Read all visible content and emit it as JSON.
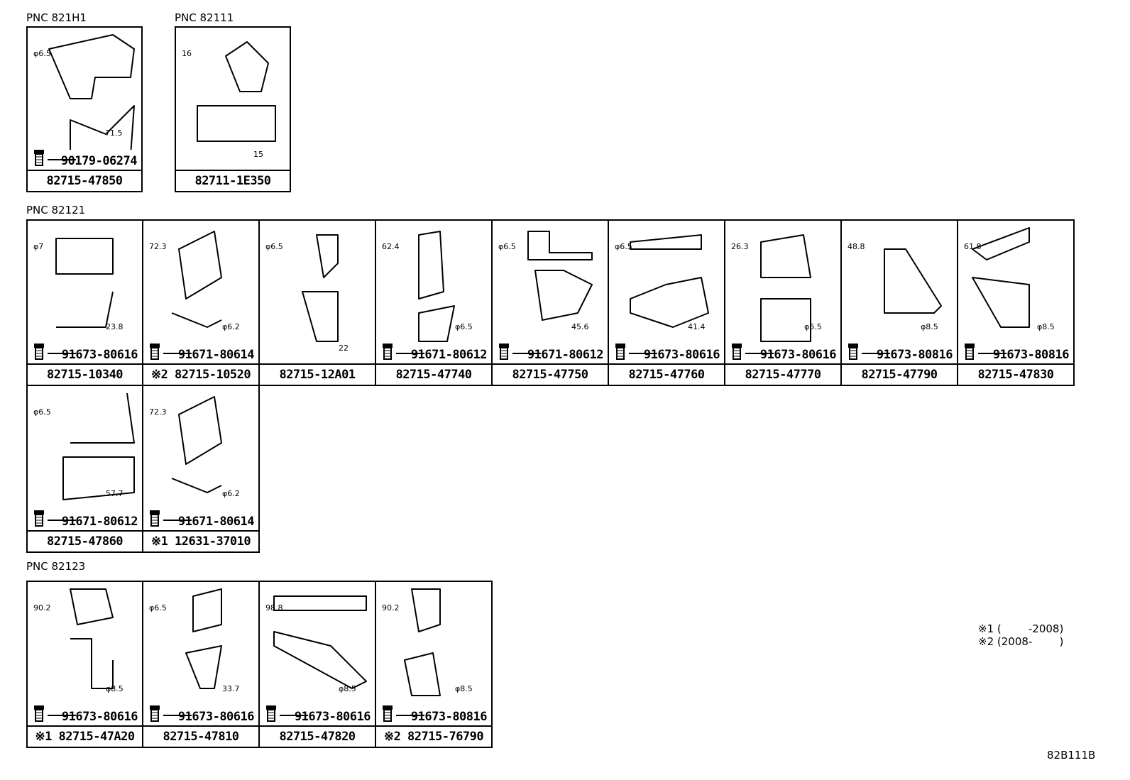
{
  "pnc_labels": [
    "PNC 821H1",
    "PNC 82111",
    "PNC 82121",
    "PNC 82123"
  ],
  "cells": [
    {
      "group": "PNC 821H1",
      "bolt": "90179-06274",
      "part": "82715-47850",
      "dims": [
        "φ6.5",
        "71.5"
      ]
    },
    {
      "group": "PNC 82111",
      "bolt": "",
      "part": "82711-1E350",
      "dims": [
        "16",
        "15"
      ]
    },
    {
      "group": "PNC 82121",
      "bolt": "91673-80616",
      "part": "82715-10340",
      "dims": [
        "φ7",
        "23.8"
      ]
    },
    {
      "group": "PNC 82121",
      "bolt": "91671-80614",
      "part": "※2 82715-10520",
      "dims": [
        "72.3",
        "φ6.2"
      ]
    },
    {
      "group": "PNC 82121",
      "bolt": "",
      "part": "82715-12A01",
      "dims": [
        "φ6.5",
        "22"
      ]
    },
    {
      "group": "PNC 82121",
      "bolt": "91671-80612",
      "part": "82715-47740",
      "dims": [
        "62.4",
        "φ6.5"
      ]
    },
    {
      "group": "PNC 82121",
      "bolt": "91671-80612",
      "part": "82715-47750",
      "dims": [
        "φ6.5",
        "45.6"
      ]
    },
    {
      "group": "PNC 82121",
      "bolt": "91673-80616",
      "part": "82715-47760",
      "dims": [
        "φ6.5",
        "41.4"
      ]
    },
    {
      "group": "PNC 82121",
      "bolt": "91673-80616",
      "part": "82715-47770",
      "dims": [
        "26.3",
        "φ6.5"
      ]
    },
    {
      "group": "PNC 82121",
      "bolt": "91673-80816",
      "part": "82715-47790",
      "dims": [
        "48.8",
        "φ8.5"
      ]
    },
    {
      "group": "PNC 82121",
      "bolt": "91673-80816",
      "part": "82715-47830",
      "dims": [
        "61.8",
        "φ8.5"
      ]
    },
    {
      "group": "PNC 82121",
      "bolt": "91671-80612",
      "part": "82715-47860",
      "dims": [
        "φ6.5",
        "57.7"
      ]
    },
    {
      "group": "PNC 82121",
      "bolt": "91671-80614",
      "part": "※1 12631-37010",
      "dims": [
        "72.3",
        "φ6.2"
      ]
    },
    {
      "group": "PNC 82123",
      "bolt": "91673-80616",
      "part": "※1 82715-47A20",
      "dims": [
        "90.2",
        "φ8.5"
      ]
    },
    {
      "group": "PNC 82123",
      "bolt": "91673-80616",
      "part": "82715-47810",
      "dims": [
        "φ6.5",
        "33.7"
      ]
    },
    {
      "group": "PNC 82123",
      "bolt": "91673-80616",
      "part": "82715-47820",
      "dims": [
        "98.8",
        "φ8.5"
      ]
    },
    {
      "group": "PNC 82123",
      "bolt": "91673-80816",
      "part": "※2 82715-76790",
      "dims": [
        "90.2",
        "φ8.5"
      ]
    }
  ],
  "notes": [
    "※1 (        -2008)",
    "※2 (2008-        )"
  ],
  "diagram_code": "82B111B"
}
